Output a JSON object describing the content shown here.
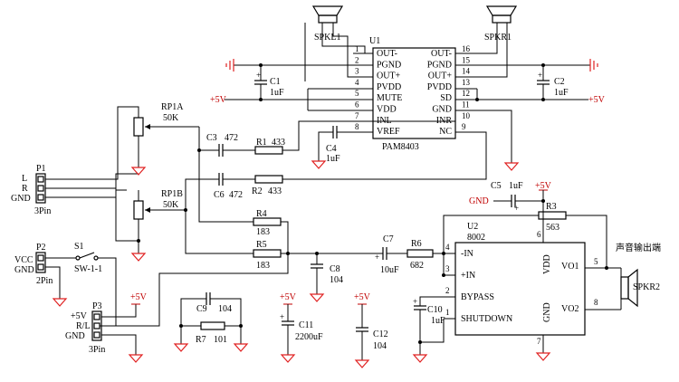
{
  "colors": {
    "wire": "#000000",
    "ground": "#e02020",
    "power_label": "#c00000"
  },
  "speakers": {
    "spkl1": "SPKL1",
    "spkr1": "SPKR1",
    "spkr2": "SPKR2"
  },
  "u1": {
    "ref": "U1",
    "part": "PAM8403",
    "left_pins": [
      {
        "num": "1",
        "name": "OUT-"
      },
      {
        "num": "2",
        "name": "PGND"
      },
      {
        "num": "3",
        "name": "OUT+"
      },
      {
        "num": "4",
        "name": "PVDD"
      },
      {
        "num": "5",
        "name": "MUTE"
      },
      {
        "num": "6",
        "name": "VDD"
      },
      {
        "num": "7",
        "name": "INL"
      },
      {
        "num": "8",
        "name": "VREF"
      }
    ],
    "right_pins": [
      {
        "num": "16",
        "name": "OUT-"
      },
      {
        "num": "15",
        "name": "PGND"
      },
      {
        "num": "14",
        "name": "OUT+"
      },
      {
        "num": "13",
        "name": "PVDD"
      },
      {
        "num": "12",
        "name": "SD"
      },
      {
        "num": "11",
        "name": "GND"
      },
      {
        "num": "10",
        "name": "INR"
      },
      {
        "num": "9",
        "name": "NC"
      }
    ]
  },
  "u2": {
    "ref": "U2",
    "part": "8002",
    "pins": [
      {
        "num": "4",
        "name": "-IN"
      },
      {
        "num": "3",
        "name": "+IN"
      },
      {
        "num": "2",
        "name": "BYPASS"
      },
      {
        "num": "1",
        "name": "SHUTDOWN"
      },
      {
        "num": "6",
        "name": "VDD"
      },
      {
        "num": "7",
        "name": "GND"
      },
      {
        "num": "5",
        "name": "VO1"
      },
      {
        "num": "8",
        "name": "VO2"
      }
    ]
  },
  "components": {
    "c1": {
      "ref": "C1",
      "value": "1uF"
    },
    "c2": {
      "ref": "C2",
      "value": "1uF"
    },
    "c3": {
      "ref": "C3",
      "value": "472"
    },
    "c4": {
      "ref": "C4",
      "value": "1uF"
    },
    "c5": {
      "ref": "C5",
      "value": "1uF"
    },
    "c6": {
      "ref": "C6",
      "value": "472"
    },
    "c7": {
      "ref": "C7",
      "value": "10uF"
    },
    "c8": {
      "ref": "C8",
      "value": "104"
    },
    "c9": {
      "ref": "C9",
      "value": "104"
    },
    "c10": {
      "ref": "C10",
      "value": "1uF"
    },
    "c11": {
      "ref": "C11",
      "value": "2200uF"
    },
    "c12": {
      "ref": "C12",
      "value": "104"
    },
    "r1": {
      "ref": "R1",
      "value": "433"
    },
    "r2": {
      "ref": "R2",
      "value": "433"
    },
    "r3": {
      "ref": "R3",
      "value": "563"
    },
    "r4": {
      "ref": "R4",
      "value": "183"
    },
    "r5": {
      "ref": "R5",
      "value": "183"
    },
    "r6": {
      "ref": "R6",
      "value": "682"
    },
    "r7": {
      "ref": "R7",
      "value": "101"
    },
    "rp1a": {
      "ref": "RP1A",
      "value": "50K"
    },
    "rp1b": {
      "ref": "RP1B",
      "value": "50K"
    },
    "s1": {
      "ref": "S1",
      "value": "SW-1-1"
    }
  },
  "connectors": {
    "p1": {
      "ref": "P1",
      "pins": [
        "L",
        "R",
        "GND"
      ],
      "type": "3Pin"
    },
    "p2": {
      "ref": "P2",
      "pins": [
        "VCC",
        "GND"
      ],
      "type": "2Pin"
    },
    "p3": {
      "ref": "P3",
      "pins": [
        "+5V",
        "R/L",
        "GND"
      ],
      "type": "3Pin"
    }
  },
  "nets": {
    "plus5v": "+5V",
    "gnd": "GND",
    "audio_out_label": "声音输出端"
  }
}
